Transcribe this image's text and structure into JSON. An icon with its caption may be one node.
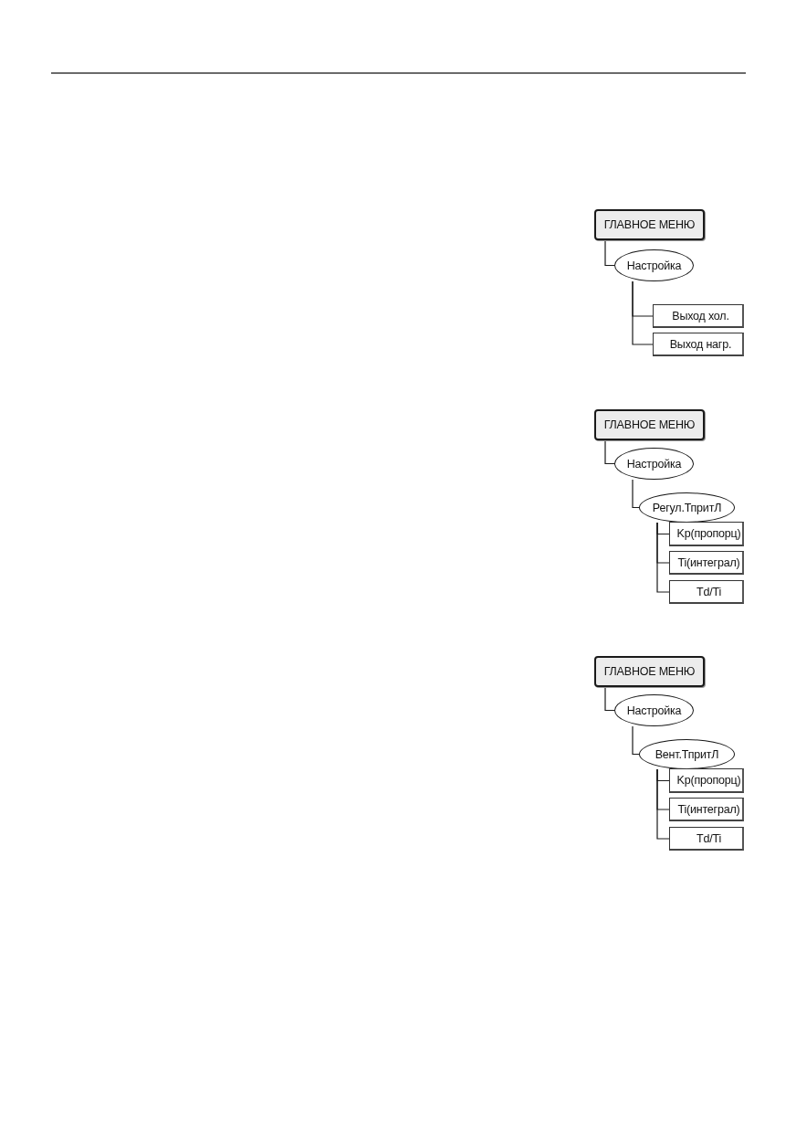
{
  "diagram": {
    "nodes": [
      {
        "text": [
          "ГЛАВНОЕ МЕНЮ"
        ]
      },
      {
        "text": [
          "Настройка"
        ]
      },
      {
        "text": [
          "Выход хол."
        ]
      },
      {
        "text": [
          "Выход нагр."
        ]
      },
      {
        "text": [
          "ГЛАВНОЕ МЕНЮ"
        ]
      },
      {
        "text": [
          "Настройка"
        ]
      },
      {
        "text": [
          "Регул.ТпритЛ"
        ]
      },
      {
        "text": [
          "Kp(пропорц)"
        ]
      },
      {
        "text": [
          "Ti(интеграл)"
        ]
      },
      {
        "text": [
          "Td/Ti"
        ]
      },
      {
        "text": [
          "ГЛАВНОЕ МЕНЮ"
        ]
      },
      {
        "text": [
          "Настройка"
        ]
      },
      {
        "text": [
          "Вент.ТпритЛ"
        ]
      },
      {
        "text": [
          "Kp(пропорц)"
        ]
      },
      {
        "text": [
          "Ti(интеграл)"
        ]
      },
      {
        "text": [
          "Td/Ti"
        ]
      }
    ],
    "edges": [
      {
        "from": 0,
        "to": 1,
        "arrow": "none"
      },
      {
        "from": 1,
        "to": 2,
        "arrow": "none"
      },
      {
        "from": 1,
        "to": 3,
        "arrow": "none"
      },
      {
        "from": 4,
        "to": 5,
        "arrow": "none"
      },
      {
        "from": 5,
        "to": 6,
        "arrow": "none"
      },
      {
        "from": 6,
        "to": 7,
        "arrow": "none"
      },
      {
        "from": 6,
        "to": 8,
        "arrow": "none"
      },
      {
        "from": 6,
        "to": 9,
        "arrow": "none"
      },
      {
        "from": 10,
        "to": 11,
        "arrow": "none"
      },
      {
        "from": 11,
        "to": 12,
        "arrow": "none"
      },
      {
        "from": 12,
        "to": 13,
        "arrow": "none"
      },
      {
        "from": 12,
        "to": 14,
        "arrow": "none"
      },
      {
        "from": 12,
        "to": 15,
        "arrow": "none"
      }
    ]
  }
}
